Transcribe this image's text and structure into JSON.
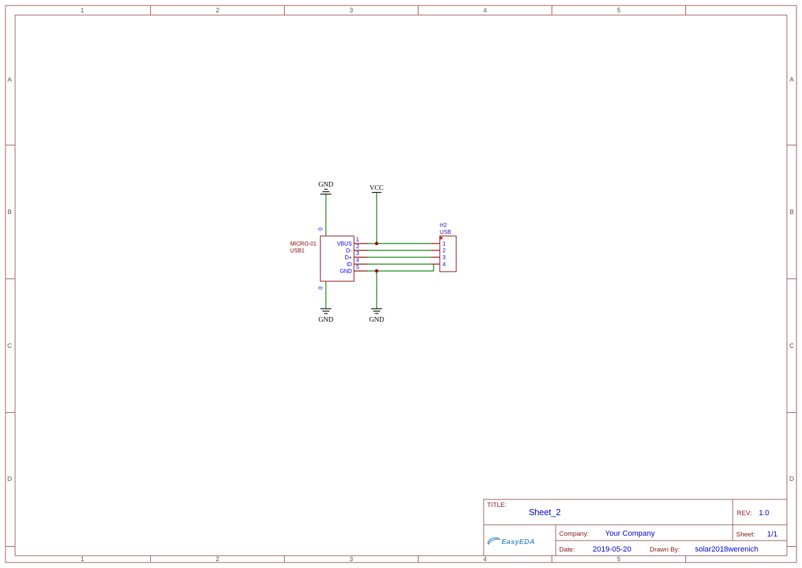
{
  "frame": {
    "columns": [
      "1",
      "2",
      "3",
      "4",
      "5"
    ],
    "rows": [
      "A",
      "B",
      "C",
      "D"
    ]
  },
  "schematic": {
    "micro": {
      "designator_line1": "MICRO-01",
      "designator_line2": "USB1",
      "pins": {
        "names": [
          "VBUS",
          "D-",
          "D+",
          "ID",
          "GND"
        ],
        "numbers": [
          "1",
          "2",
          "3",
          "4",
          "5"
        ]
      },
      "shield_pin_top": "0",
      "shield_pin_bottom": "0"
    },
    "header": {
      "designator": "H2",
      "name": "USB",
      "pin_numbers": [
        "1",
        "2",
        "3",
        "4"
      ]
    },
    "net_flags": {
      "gnd_top": "GND",
      "gnd_bottom_left": "GND",
      "gnd_bottom_center": "GND",
      "vcc": "VCC"
    }
  },
  "title_block": {
    "title_label": "TITLE:",
    "title": "Sheet_2",
    "rev_label": "REV:",
    "rev": "1.0",
    "company_label": "Company:",
    "company": "Your Company",
    "sheet_label": "Sheet:",
    "sheet": "1/1",
    "date_label": "Date:",
    "date": "2019-05-20",
    "drawn_by_label": "Drawn By:",
    "drawn_by": "solar2018werenich",
    "logo_text": "EasyEDA"
  },
  "colors": {
    "wire_green": "#008000",
    "symbol_outline": "#880000",
    "pin_text_blue": "#0000FF",
    "junction_red": "#AA0000",
    "frame_maroon": "#9A5A58",
    "value_blue": "#0000CC",
    "label_maroon": "#881111",
    "logo_blue": "#4E8FCB"
  }
}
